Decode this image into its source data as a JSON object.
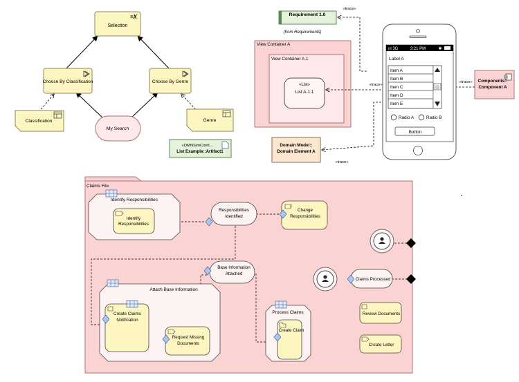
{
  "colors": {
    "yellow_fill": "#fdf6c0",
    "yellow_stroke": "#8a8a5a",
    "pink_fill": "#fbd3d3",
    "pink_light": "#fde9e9",
    "pink_stroke": "#b07070",
    "green_fill": "#e3f2d8",
    "green_stroke": "#5a8a5a",
    "blue_fill": "#dfe9fb",
    "tan_fill": "#fbe6cf",
    "diamond_fill": "#aac8ef",
    "black": "#000000"
  },
  "top_left_diagram": {
    "selection": {
      "label": "Selection",
      "mark": "=X"
    },
    "choose_by_classification": {
      "label": "Choose By Classification"
    },
    "choose_by_genre": {
      "label": "Choose By Genre"
    },
    "classification": {
      "label": "Classification"
    },
    "genre": {
      "label": "Genre"
    },
    "my_search": {
      "label": "My Search"
    },
    "artifact": {
      "stereotype": "«DMNSimConfi...",
      "name": "List Example::Artifact1"
    }
  },
  "top_right_diagram": {
    "requirement": {
      "label": "Requirement 1.0",
      "from": "(from Requirements)"
    },
    "view_container_a": {
      "label": "View Container A"
    },
    "view_container_a1": {
      "label": "View Container A.1"
    },
    "list_element": {
      "stereotype": "«List»",
      "label": "List A.1.1"
    },
    "domain_element": {
      "line1": "Domain Model::",
      "line2": "Domain Element A"
    },
    "component": {
      "line1": "Components::",
      "line2": "Component A"
    },
    "trace_labels": [
      "«trace»",
      "«trace»",
      "«trace»",
      "«trace»"
    ],
    "phone": {
      "carrier": "ııl 3G",
      "time": "3:21 PM",
      "bt": "✱",
      "label": "Label A",
      "items": [
        "Item A",
        "Item B",
        "Item C",
        "Item D",
        "Item E"
      ],
      "radio_a": "Radio A",
      "radio_b": "Radio B",
      "button": "Button"
    }
  },
  "claims_file": {
    "title": "Claims File",
    "identify_group": {
      "label": "Identify Responsibilities"
    },
    "identify_task": {
      "label_line1": "Identify",
      "label_line2": "Responsibilities"
    },
    "responsibilities_identified": {
      "line1": "Responsibilities",
      "line2": "Identified"
    },
    "change_responsibilities": {
      "line1": "Change",
      "line2": "Responsibilities"
    },
    "base_info_attached": {
      "line1": "Base Information",
      "line2": "Attached"
    },
    "attach_group": {
      "label": "Attach Base Information"
    },
    "create_claims_notification": {
      "line1": "Create Claims",
      "line2": "Notification"
    },
    "request_missing": {
      "line1": "Request Missing",
      "line2": "Documents"
    },
    "process_group": {
      "label": "Process Claims"
    },
    "create_claim": {
      "label": "Create Claim"
    },
    "claims_processed": {
      "label": "Claims Processed"
    },
    "review_documents": {
      "label": "Review Documents"
    },
    "create_letter": {
      "label": "Create Letter"
    }
  }
}
